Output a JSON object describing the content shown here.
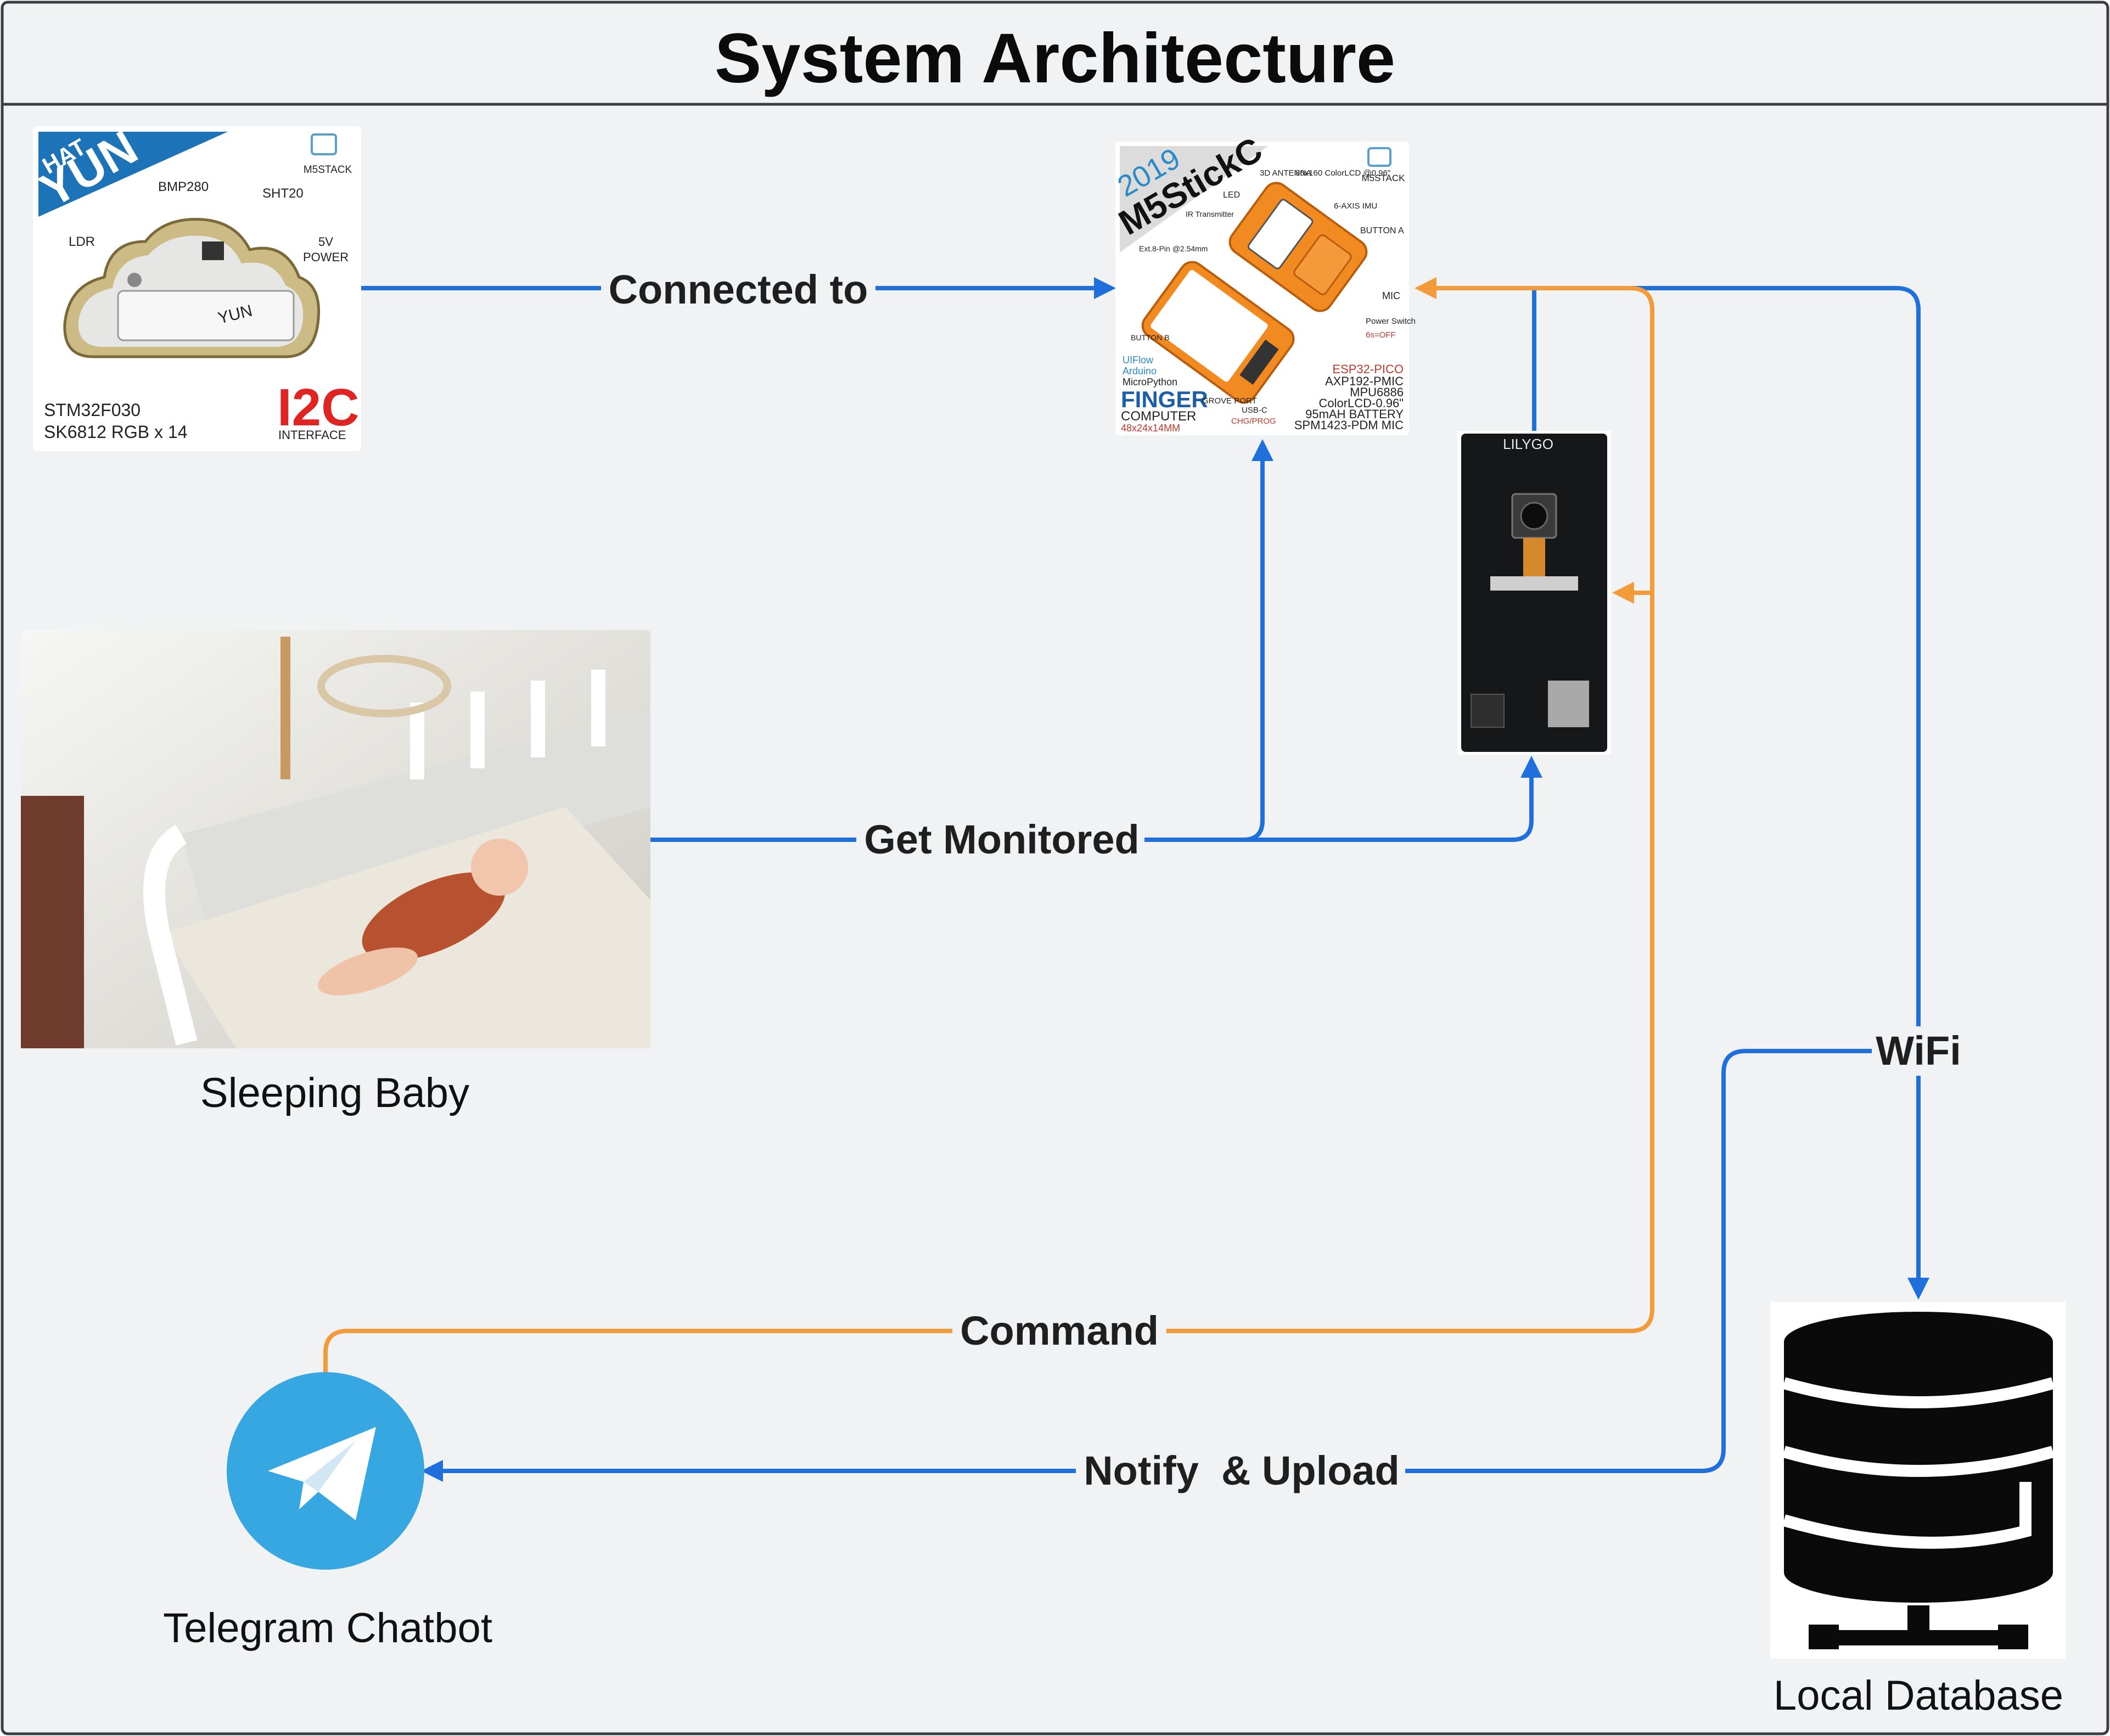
{
  "title": "System Architecture",
  "colors": {
    "background": "#f1f2f4",
    "border": "#3b3d42",
    "blue": "#1f6fdc",
    "orange": "#f39a3a",
    "telegram": "#36a7e0",
    "database": "#0a0a0a"
  },
  "nodes": {
    "yun_hat": {
      "icon": "env-sensor-hat-icon",
      "brand": "M5STACK",
      "hat_label": "HAT",
      "name": "YUN",
      "labels": {
        "bmp280": "BMP280",
        "sht20": "SHT20",
        "ldr": "LDR",
        "power_5v": "5V",
        "power": "POWER",
        "device_mark": "YUN"
      },
      "chip_line1": "STM32F030",
      "chip_line2": "SK6812 RGB x 14",
      "bus": "I2C",
      "bus_sub": "INTERFACE"
    },
    "m5stickc": {
      "icon": "m5stickc-device-icon",
      "year": "2019",
      "name": "M5StickC",
      "brand": "M5STACK",
      "labels": {
        "antenna": "3D ANTENNA",
        "lcd": "80x160 ColorLCD @0.96\"",
        "led": "LED",
        "ir": "IR Transmitter",
        "imu": "6-AXIS IMU",
        "button_a": "BUTTON A",
        "ext_pin": "Ext.8-Pin @2.54mm",
        "mic": "MIC",
        "power_switch": "Power Switch",
        "power_off": "6s=OFF",
        "button_b": "BUTTON B",
        "uiflow": "UIFlow",
        "arduino": "Arduino",
        "micropython": "MicroPython",
        "finger": "FINGER",
        "computer": "COMPUTER",
        "size": "48x24x14MM",
        "grove": "GROVE PORT",
        "usbc": "USB-C",
        "chg": "CHG/PROG",
        "esp": "ESP32-PICO",
        "pmic": "AXP192-PMIC",
        "mpu": "MPU6886",
        "colorlcd": "ColorLCD-0.96\"",
        "battery": "95mAH BATTERY",
        "spm": "SPM1423-PDM MIC"
      }
    },
    "lilygo": {
      "icon": "camera-board-icon",
      "brand": "LILYGO"
    },
    "baby": {
      "icon": "sleeping-baby-photo",
      "caption": "Sleeping Baby"
    },
    "telegram": {
      "icon": "telegram-icon",
      "caption": "Telegram Chatbot"
    },
    "database": {
      "icon": "database-icon",
      "caption": "Local Database"
    }
  },
  "edges": [
    {
      "id": "connected",
      "label": "Connected to",
      "color": "blue"
    },
    {
      "id": "monitored",
      "label": "Get Monitored",
      "color": "blue"
    },
    {
      "id": "wifi",
      "label": "WiFi",
      "color": "blue"
    },
    {
      "id": "command",
      "label": "Command",
      "color": "orange"
    },
    {
      "id": "notify",
      "label": "Notify  & Upload",
      "color": "blue"
    }
  ]
}
